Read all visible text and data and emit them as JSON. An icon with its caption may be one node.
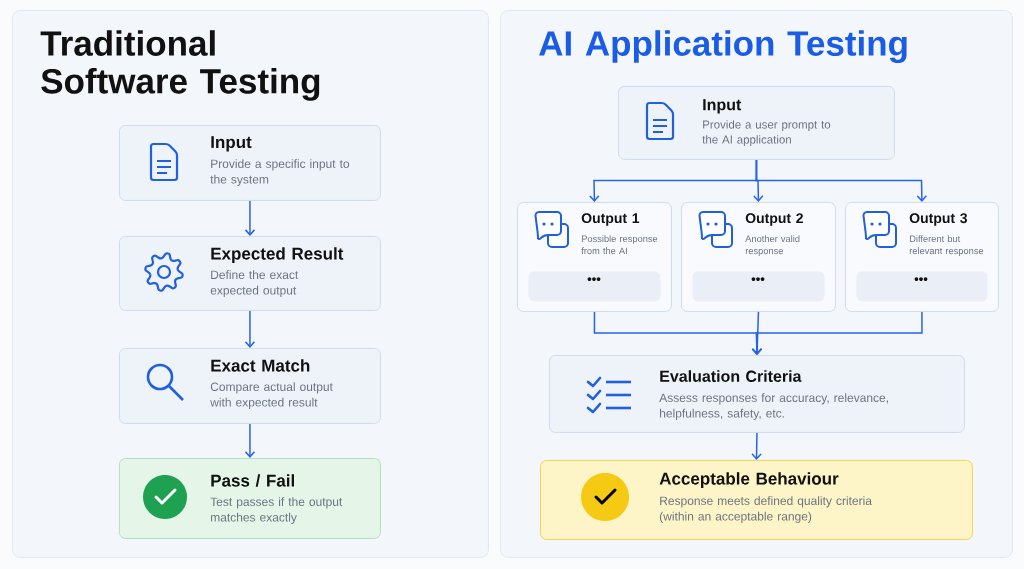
{
  "diagram": {
    "nodes": [
      {
        "text": [
          "Traditional Software Testing"
        ]
      },
      {
        "text": [
          "Input",
          "Provide a specific input to the system"
        ],
        "in": 0
      },
      {
        "text": [
          "Expected Result",
          "Define the exact expected output"
        ],
        "in": 0
      },
      {
        "text": [
          "Exact Match",
          "Compare actual output with expected result"
        ],
        "in": 0
      },
      {
        "text": [
          "Pass / Fail",
          "Test passes if the output matches exactly"
        ],
        "in": 0
      },
      {
        "text": [
          "AI Application Testing"
        ]
      },
      {
        "text": [
          "Input",
          "Provide a user prompt to the AI application"
        ],
        "in": 5
      },
      {
        "text": [
          "Output 1",
          "Possible response from the AI"
        ],
        "in": 5
      },
      {
        "text": [
          "•••"
        ],
        "in": 7
      },
      {
        "text": [
          "Output 2",
          "Another valid response"
        ],
        "in": 5
      },
      {
        "text": [
          "•••"
        ],
        "in": 9
      },
      {
        "text": [
          "Output 3",
          "Different but relevant response"
        ],
        "in": 5
      },
      {
        "text": [
          "•••"
        ],
        "in": 11
      },
      {
        "text": [
          "Evaluation Criteria",
          "Assess responses for accuracy, relevance, helpfulness, safety, etc."
        ],
        "in": 5
      },
      {
        "text": [
          "Acceptable Behaviour",
          "Response meets defined quality criteria (within an acceptable range)"
        ],
        "in": 5
      }
    ],
    "edges": [
      {
        "from": 1,
        "to": 2,
        "arrow": "to"
      },
      {
        "from": 2,
        "to": 3,
        "arrow": "to"
      },
      {
        "from": 3,
        "to": 4,
        "arrow": "to"
      },
      {
        "from": 6,
        "to": 7,
        "arrow": "to"
      },
      {
        "from": 6,
        "to": 9,
        "arrow": "to"
      },
      {
        "from": 6,
        "to": 11,
        "arrow": "to"
      },
      {
        "from": 7,
        "to": 13,
        "arrow": "to"
      },
      {
        "from": 9,
        "to": 13,
        "arrow": "to"
      },
      {
        "from": 11,
        "to": 13,
        "arrow": "to"
      },
      {
        "from": 13,
        "to": 14,
        "arrow": "to"
      }
    ]
  }
}
